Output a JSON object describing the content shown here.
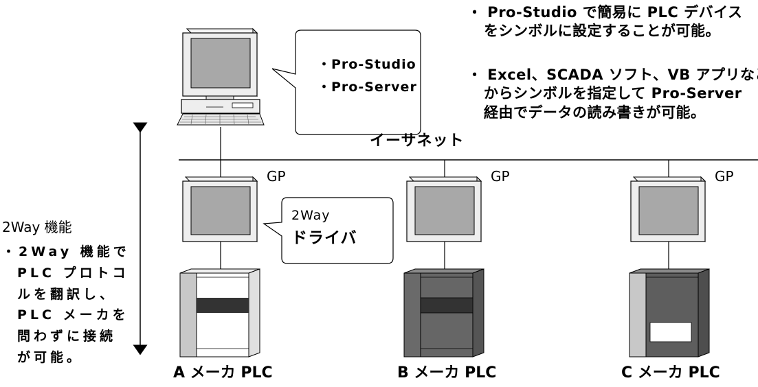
{
  "notes": {
    "top_right_1": [
      "・ Pro-Studio で簡易に PLC デバイス",
      "をシンボルに設定することが可能。"
    ],
    "top_right_2": [
      "・ Excel、SCADA ソフト、VB アプリなど",
      "からシンボルを指定して Pro-Server",
      "経由でデータの読み書きが可能。"
    ]
  },
  "pc_bubble": {
    "line1": "・Pro-Studio",
    "line2": "・Pro-Server"
  },
  "ethernet_label": "イーサネット",
  "gp_label": "GP",
  "driver_bubble": {
    "line1": "2Way",
    "line2": "ドライバ"
  },
  "left_panel": {
    "title": "2Way 機能",
    "lines": [
      "・2Way 機能で",
      "PLC プロトコ",
      "ルを翻訳し、",
      "PLC メーカを",
      "問わずに接続",
      "が可能。"
    ]
  },
  "plc_labels": [
    "A メーカ PLC",
    "B メーカ PLC",
    "C メーカ PLC"
  ],
  "colors": {
    "screen": "#a6a6a6",
    "bezel": "#ececec",
    "line": "#000000",
    "plc_a_body": "#ffffff",
    "plc_a_side": "#c8c8c8",
    "plc_b_body": "#666666",
    "plc_c_body": "#5e5e5e",
    "band": "#333333"
  },
  "icons": [
    "pc-computer-icon",
    "gp-terminal-icon",
    "plc-unit-icon",
    "double-arrow-icon",
    "speech-bubble-icon"
  ]
}
